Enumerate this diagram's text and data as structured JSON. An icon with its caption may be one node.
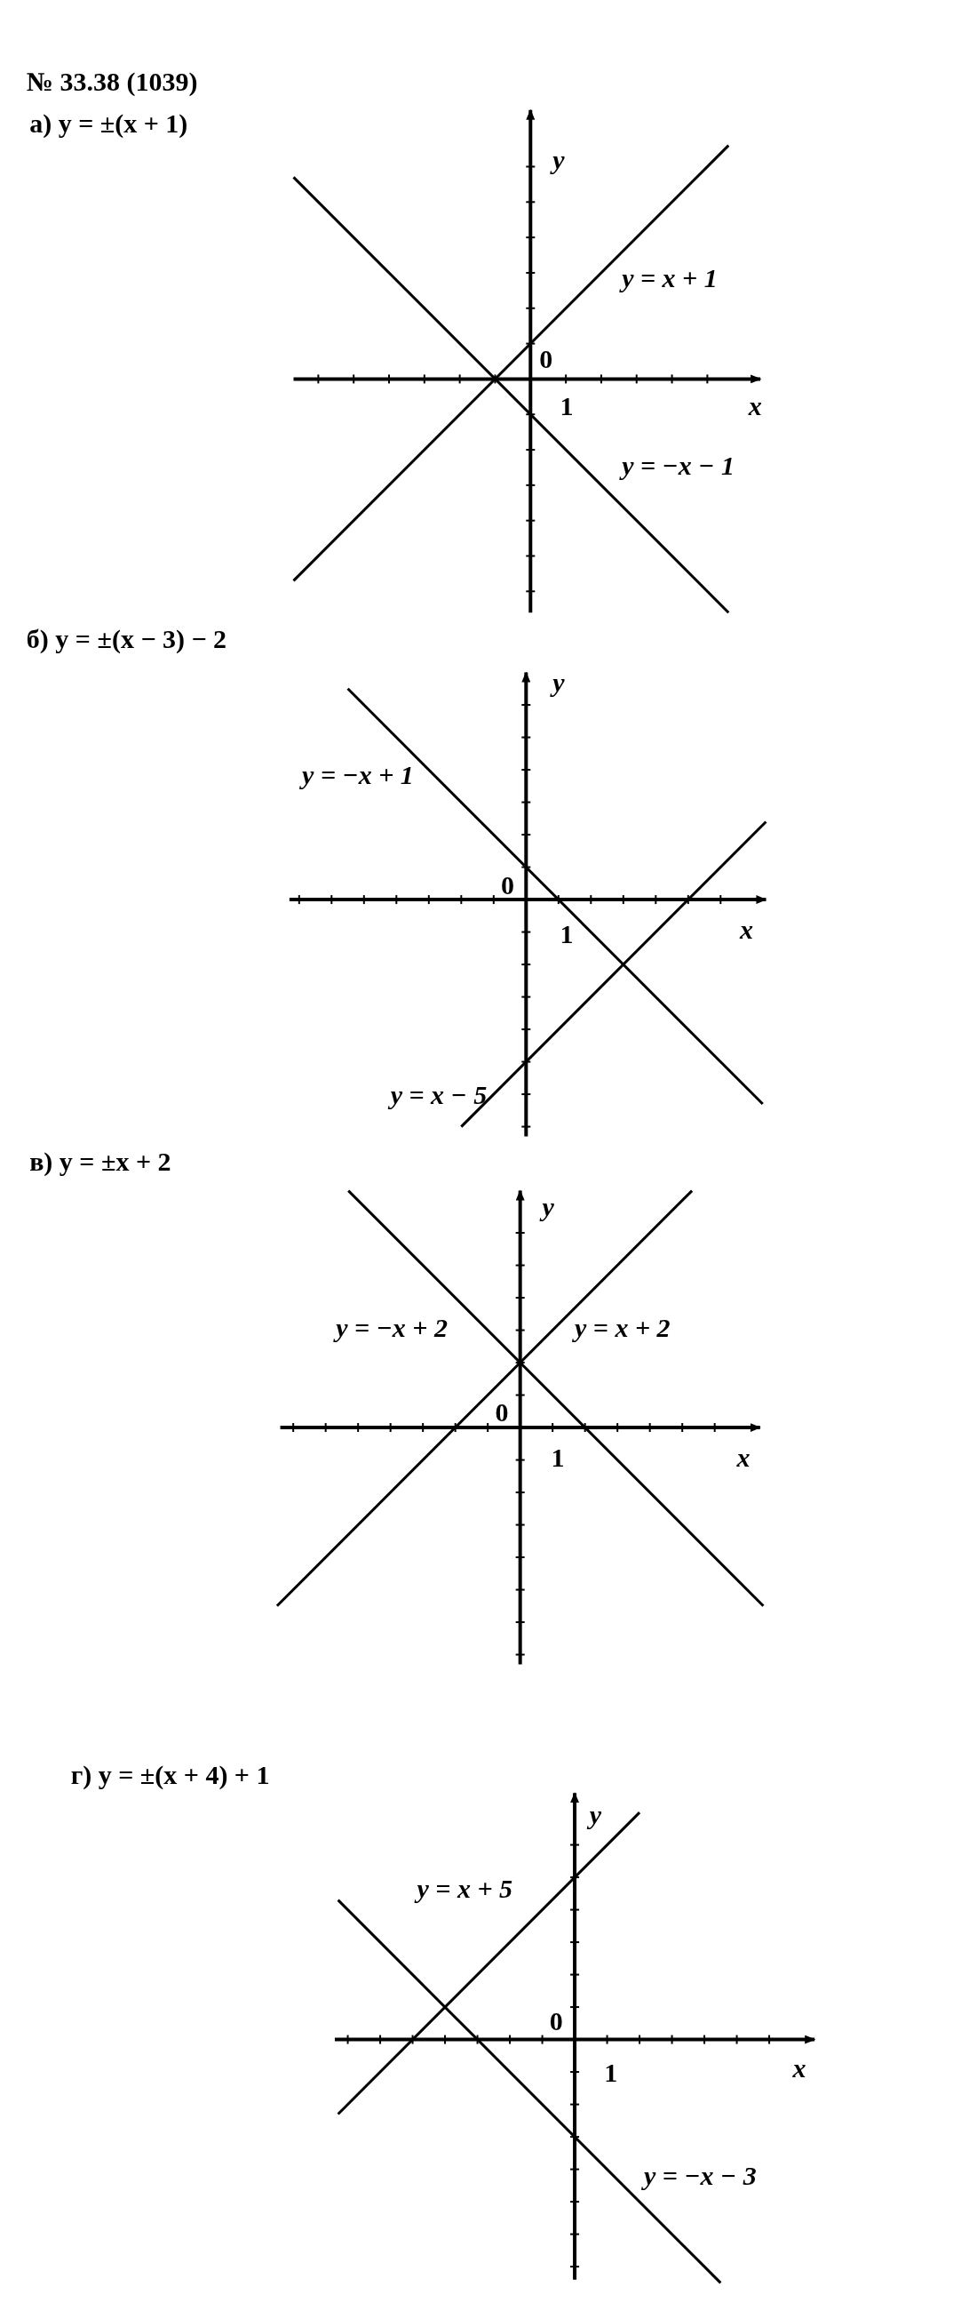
{
  "diagram": {
    "title": "№ 33.38 (1039)",
    "labels": [
      "а) y = ±(x + 1)",
      "y",
      "y = x + 1",
      "0",
      "1",
      "x",
      "y = −x − 1",
      "б) y = ±(x − 3) − 2",
      "y",
      "y = −x + 1",
      "0",
      "1",
      "x",
      "y = x − 5",
      "в) y = ±x + 2",
      "y",
      "y = −x + 2",
      "y = x + 2",
      "0",
      "1",
      "x",
      "г) y = ±(x + 4) + 1",
      "y",
      "y = x + 5",
      "0",
      "1",
      "x",
      "y = −x − 3"
    ]
  }
}
